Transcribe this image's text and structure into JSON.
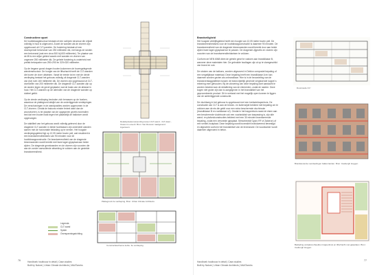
{
  "left_page": {
    "heading": "Constructieve opzet",
    "paragraphs": [
      "De hoofddraagstructuur bestaat uit een schijven structuur die vrijwel volledig in hout is uitgevoerd. Zowel de wanden als de vloeren zijn opgebouwd uit CLT-panelen. De fundering bestaat uit een doorlopende betonvloer van 250 millimeter dik, met langs de randen een betonrand (wat een circa 500 bij 600 millimeter). Ter plaatse van de lift is een stijve gebied waarin met wanden en vloeren van ongeveer 250 millimeter dik. De gehele fundering is onderheid met prefab betonpalen van 290×290 en 320×320 millimeter.",
      "Op de begane grond dragen houten kolommen de bovengelegende wandenstructuur. De hoogte van de liftschacht heeft de CLT-wanden die boven de vloer uitsteken. Vanaf de eerste tot en met de derde verdieping bestaat het gebouw volledig uit dragende CLT-wanden van (tot) ruim 160 millimeter dik. De vloeren zijn opgebouwd uit CLT-vloerdelen van 200 millimeter dik. De dragende CLT-wanden zijn op de randen tegen de gevel geplaatst, wat de basis van de afstand in hout. Het CLT-wanden op de uiteinden van de dragende wanden op dubbel getild.",
      "Op de vierde verdieping bevinden zich terrassen op de hoeken, waardoor de plattegrond afwijkt van de onderliggende verdiepingen. De verschuivingen in de wandposities worden opgenomen in de CLT-vloeren. Omdat de balcons minder ferieel want dan de woonvloeren, is ter plaatse van de opgegeven gevels bovendien bed dat een houten balk tegen het plaatselijk de balkvloer wordt opgevangen.",
      "De stabiliteit van het gebouw wordt volledig geleverd door de dragende CLT-wanden in beide hoofdassen zijn onderdeel wanden samen met de horizontale belasting op te nemen. Het hoogste verdiepingsgebied tigt op 12,05 meter boven peil, wat resulteert in een brandwerendheidseis van 90 minuten voor de hoofddraagconstructie. De brandwerendheid van de dragende binnenwanden wordt bereikt met twee lagen gipsplaat aan beide zijden. De dragende gevelwanden en de vloeren zijn voorzien die aan de zonder aanvullende afwerking te voldoen aan de gestelde brandwerendheid."
    ],
    "captions": {
      "detail_top": "Detailopstekenvanending tussen CLT-wand - CLT-dwel - Ouwen is ouvertr. Bron: Van Rossum raadgevend ingenieurs",
      "plan": "Plattegrond 2e verdieping. Bron: Urban Climate Architects",
      "construction": "Constructieschema 1e/2e. 3e verdieping"
    },
    "legend": {
      "title": "Legenda",
      "items": [
        {
          "label": "CLT-wand",
          "color": "#c9d9a6"
        },
        {
          "label": "Spider",
          "color": "#5a9a3a"
        },
        {
          "label": "Overspanningsrichting",
          "color": "#e3b9b2"
        }
      ]
    },
    "folio": "76",
    "footer_line1": "Handboek houtbouw in detail  |  Case-studies",
    "footer_line2": "Built by Nature  |  Urban Climate Architects  |  MAATworks"
  },
  "right_page": {
    "heading": "Brandveiligheid",
    "paragraphs": [
      "Het hoogste verblijfsgebied heeft een hoogte van 12,05 meter boven peil. De brandwerendheidseis voor de hoofddraagconstructie is daarmee 90 minuten. De brandwerendheid van de dragende binnenwanden wordt bereikt door aan beide zijden twee lagen gipsplaat toe te passen. De dragende zijgevels en vloeren zijn voorzien van de brandwerendheidseisen te voldoen.",
      "Conform de NEN 6068 dient de gehele gevel te voldoen aan brandklasse B, wanneer deze materialen hier. De gebruikte houtlagen zijn al op te vlamgeschikt van brand en ook.",
      "De stroken van de balkons, worden uitgevoerd in Deklon composiet bepaling of een vergelijkbaar materiaal. Deze bepaling heeft een brandklasse A en kan daarmee worden gezien als onbrandbaar. Hier is in de beoordeling van de brandoverslaggrafieken tussen de brand-tijdelijk gevende vergissende koppel s rekening mee gehouden. Bij de uitvoering van deze bepaling doet aandacht te worden besteed aan de detaillering van de elementen, zodat de nadere. Deze kogen niet groter zijn dan is aangegeven in het brandafstel van het geprocedeerde product. Dit in verband met het mogelijk open kunnen te liggen van de achterliggende constructie.",
      "De vluchtweg in het gebouw is opgebouwd met een krebsdetrapenhuis. De constructie van CLT is aan de binnen- en buitenzijde bekleed met bepaling om te voldoen aan de eis die geldt voor een extra beschermde vluchtroute (brandklasse B en rookklasse s2). Omdat in het trappenhuis naast de eisen aan een beschermde vluchtroute ook een vuurlastvlak van toepassing is, zijn alle wand- en plafondconstructies bekleed met een 30 minuten brandwerende bepaling, zodat een versnelde gipsplaat. Stimorbedrijf Gypro RF of Zakeron) of een ventiel-houtplaat. Deze bepaling wordt bovendien brandwerend bevestigd en afgewerkt conform het brandstelsel van de leverancier. De woonkamer wordt daarmee uitgevoerd in beton."
    ],
    "captions": {
      "section": "Doorsnede CC'",
      "facade": "Brandwerende voordeelingen balkonranden. Bron: Caubergh Huygen",
      "stair": "Bekleding vertaalvoorbeelden trappenhuis en liftschacht met gipsplaten. Bron: Caubergh Huygen"
    },
    "folio": "77",
    "footer_line1": "Handboek houtbouw in detail  |  Case-studies",
    "footer_line2": "Built by Nature  |  Urban Climate Architects  |  MAATworks"
  }
}
